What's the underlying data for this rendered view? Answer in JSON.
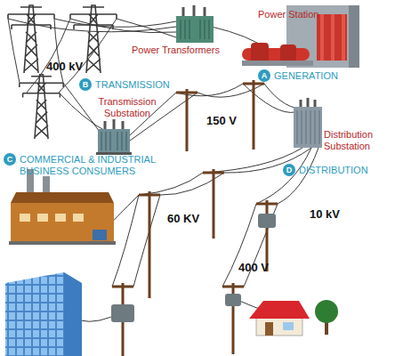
{
  "diagram": {
    "nodes": [
      {
        "text": [
          "A",
          "GENERATION"
        ]
      },
      {
        "text": [
          "B",
          "TRANSMISSION"
        ]
      },
      {
        "text": [
          "C",
          "COMMERCIAL & INDUSTRIAL BUSINESS CONSUMERS"
        ]
      },
      {
        "text": [
          "D",
          "DISTRIBUTION"
        ]
      }
    ],
    "labels": [
      "Power Station",
      "Power Transformers",
      "400 kV",
      "Transmission Substation",
      "150 V",
      "Distribution Substation",
      "60 KV",
      "10 kV",
      "400 V"
    ]
  }
}
